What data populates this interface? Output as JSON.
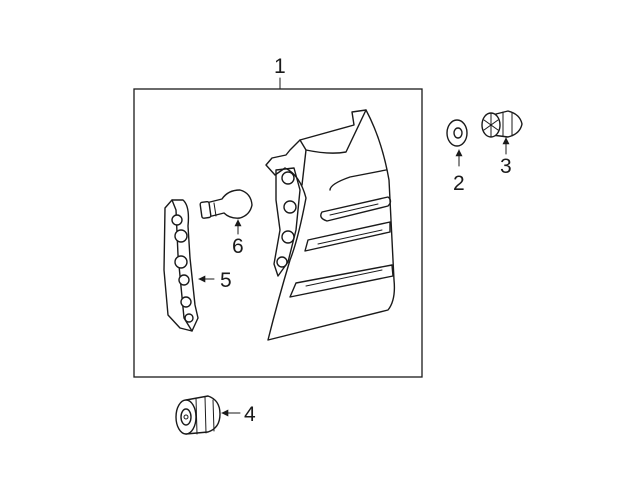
{
  "callouts": {
    "assembly": "1",
    "nut": "2",
    "grommet": "3",
    "socket": "4",
    "bulb_holder": "5",
    "bulb": "6"
  }
}
